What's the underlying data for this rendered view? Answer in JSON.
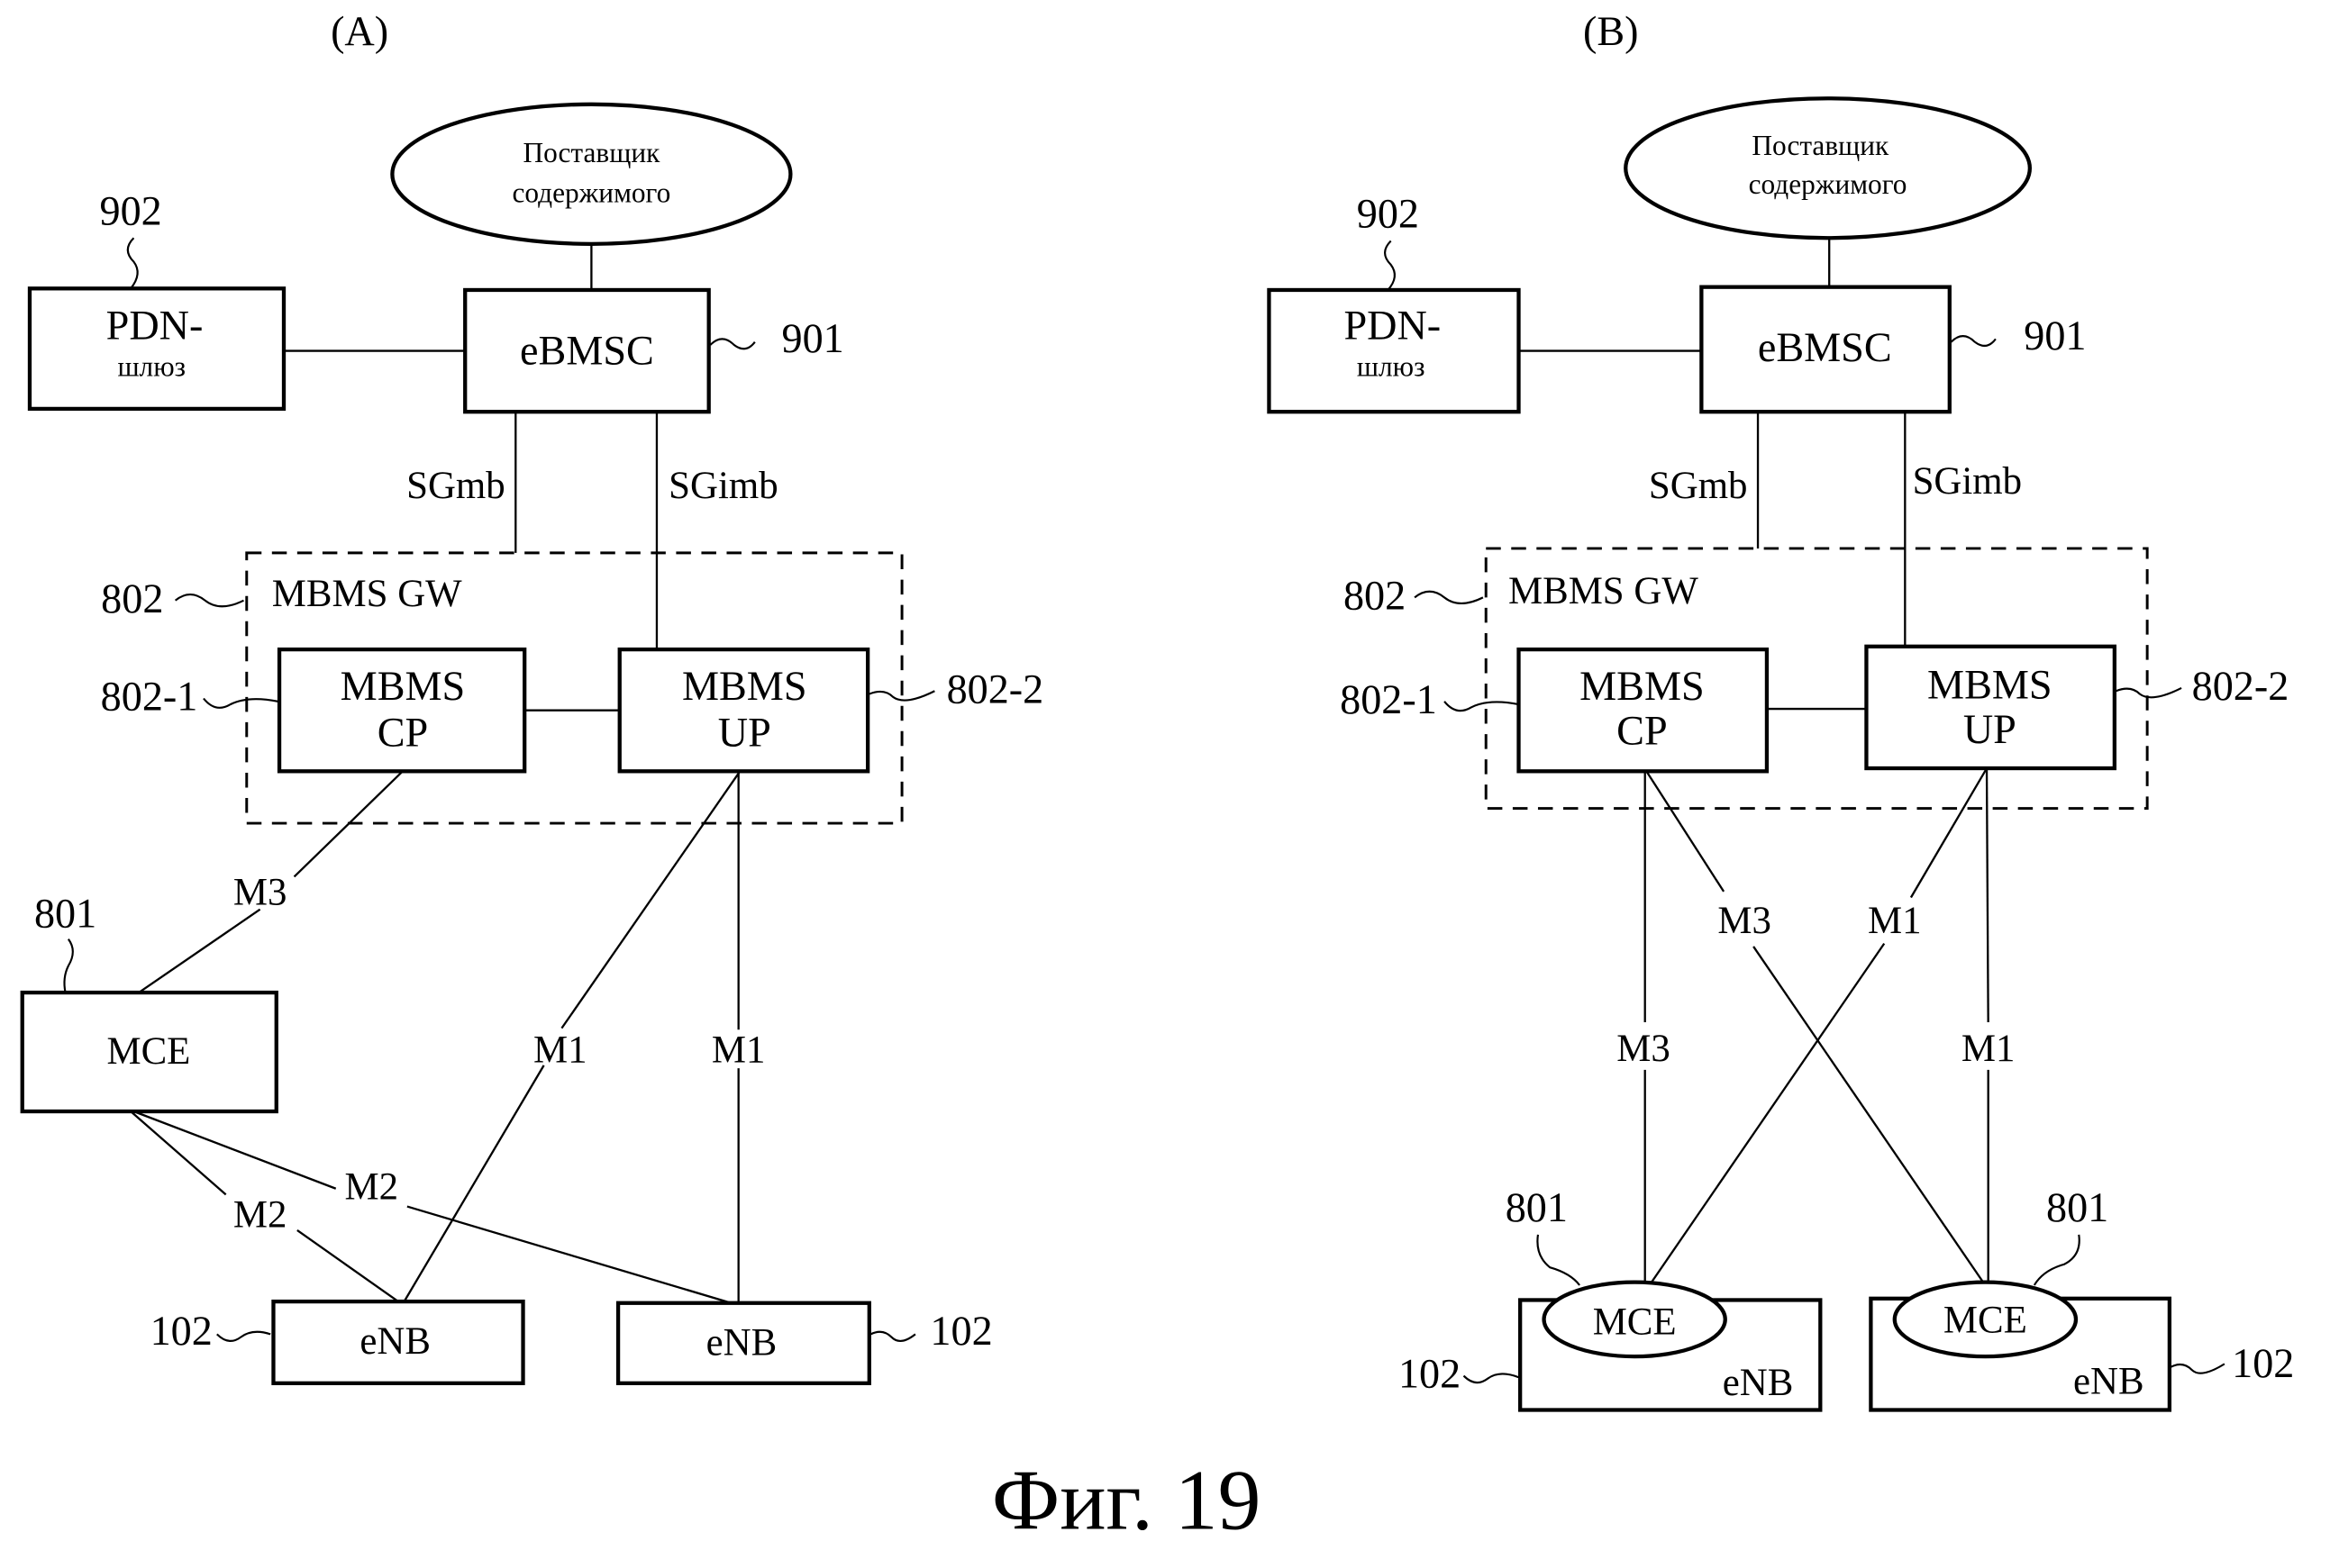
{
  "figure_caption": "Фиг. 19",
  "panels": {
    "A": {
      "label": "(A)",
      "content_provider": {
        "line1": "Поставщик",
        "line2": "содержимого"
      },
      "pdn_gateway": {
        "line1": "PDN-",
        "line2": "шлюз",
        "ref": "902"
      },
      "ebmsc": {
        "label": "eBMSC",
        "ref": "901"
      },
      "interfaces": {
        "sgmb": "SGmb",
        "sgimb": "SGimb"
      },
      "mbms_gw": {
        "label": "MBMS GW",
        "ref": "802"
      },
      "mbms_cp": {
        "line1": "MBMS",
        "line2": "CP",
        "ref": "802-1"
      },
      "mbms_up": {
        "line1": "MBMS",
        "line2": "UP",
        "ref": "802-2"
      },
      "mce": {
        "label": "MCE",
        "ref": "801"
      },
      "links": {
        "m3": "M3",
        "m1_left": "M1",
        "m1_right": "M1",
        "m2_left": "M2",
        "m2_right": "M2"
      },
      "enb_left": {
        "label": "eNB",
        "ref": "102"
      },
      "enb_right": {
        "label": "eNB",
        "ref": "102"
      }
    },
    "B": {
      "label": "(B)",
      "content_provider": {
        "line1": "Поставщик",
        "line2": "содержимого"
      },
      "pdn_gateway": {
        "line1": "PDN-",
        "line2": "шлюз",
        "ref": "902"
      },
      "ebmsc": {
        "label": "eBMSC",
        "ref": "901"
      },
      "interfaces": {
        "sgmb": "SGmb",
        "sgimb": "SGimb"
      },
      "mbms_gw": {
        "label": "MBMS GW",
        "ref": "802"
      },
      "mbms_cp": {
        "line1": "MBMS",
        "line2": "CP",
        "ref": "802-1"
      },
      "mbms_up": {
        "line1": "MBMS",
        "line2": "UP",
        "ref": "802-2"
      },
      "links": {
        "m3_cross": "M3",
        "m1_cross": "M1",
        "m3_vertical": "M3",
        "m1_vertical": "M1"
      },
      "enb_left": {
        "label": "eNB",
        "ref": "102",
        "mce_label": "MCE",
        "mce_ref": "801"
      },
      "enb_right": {
        "label": "eNB",
        "ref": "102",
        "mce_label": "MCE",
        "mce_ref": "801"
      }
    }
  }
}
